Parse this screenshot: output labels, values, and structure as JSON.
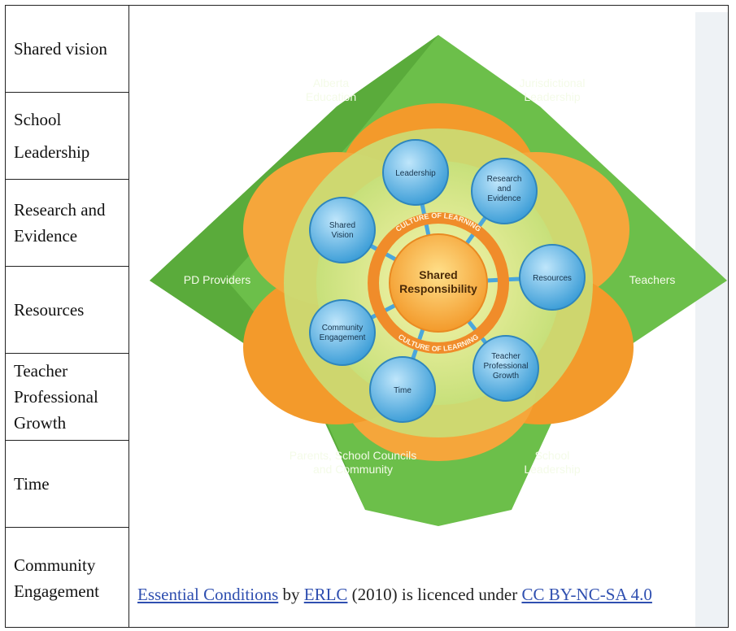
{
  "table": {
    "rows": [
      {
        "lines": [
          "Shared vision"
        ]
      },
      {
        "lines": [
          "School",
          "Leadership"
        ]
      },
      {
        "lines": [
          "Research and",
          "Evidence"
        ]
      },
      {
        "lines": [
          "Resources"
        ]
      },
      {
        "lines": [
          "Teacher",
          "Professional",
          "Growth"
        ]
      },
      {
        "lines": [
          "Time"
        ]
      },
      {
        "lines": [
          "Community",
          "Engagement"
        ]
      }
    ]
  },
  "diagram": {
    "center": [
      "Shared",
      "Responsibility"
    ],
    "ring_text": "CULTURE OF LEARNING",
    "star_points": {
      "top_left": [
        "Alberta",
        "Education"
      ],
      "top_right": [
        "Jurisdictional",
        "Leadership"
      ],
      "right": [
        "Teachers"
      ],
      "bottom_right": [
        "School",
        "Leadership"
      ],
      "bottom_left": [
        "Parents, School Councils",
        "and Community"
      ],
      "left": [
        "PD Providers"
      ]
    },
    "conditions": {
      "leadership": [
        "Leadership"
      ],
      "research": [
        "Research",
        "and",
        "Evidence"
      ],
      "resources": [
        "Resources"
      ],
      "teacher_growth": [
        "Teacher",
        "Professional",
        "Growth"
      ],
      "time": [
        "Time"
      ],
      "community": [
        "Community",
        "Engagement"
      ],
      "shared_vision": [
        "Shared",
        "Vision"
      ]
    },
    "colors": {
      "green": "#6cbf4a",
      "light_green": "#c7e07a",
      "orange": "#f39a2b",
      "blue": "#3f9fd8",
      "center": "#f7a535"
    }
  },
  "caption": {
    "title_link": "Essential Conditions",
    "by": " by ",
    "author_link": "ERLC",
    "middle": " (2010) is licenced under ",
    "license_link": "CC BY-NC-SA 4.0"
  }
}
